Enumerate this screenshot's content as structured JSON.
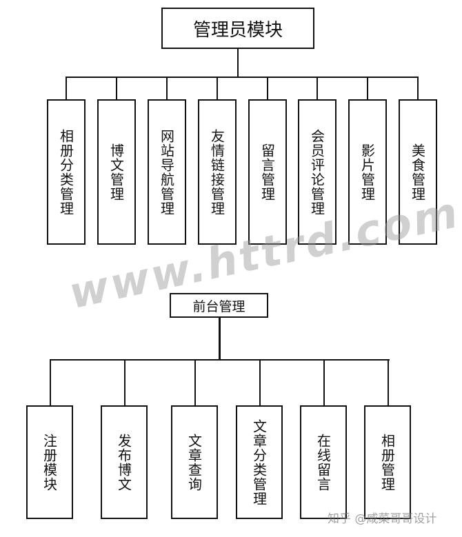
{
  "root": {
    "label": "管理员模块",
    "children": [
      "相册分类管理",
      "博文管理",
      "网站导航管理",
      "友情链接管理",
      "留言管理",
      "会员评论管理",
      "影片管理",
      "美食管理"
    ]
  },
  "front": {
    "label": "前台管理",
    "children": [
      "注册模块",
      "发布博文",
      "文章查询",
      "文章分类管理",
      "在线留言",
      "相册管理"
    ]
  },
  "watermarks": {
    "site": "www.httrd.com",
    "zhihu": "知乎 @咸菜哥哥设计"
  }
}
